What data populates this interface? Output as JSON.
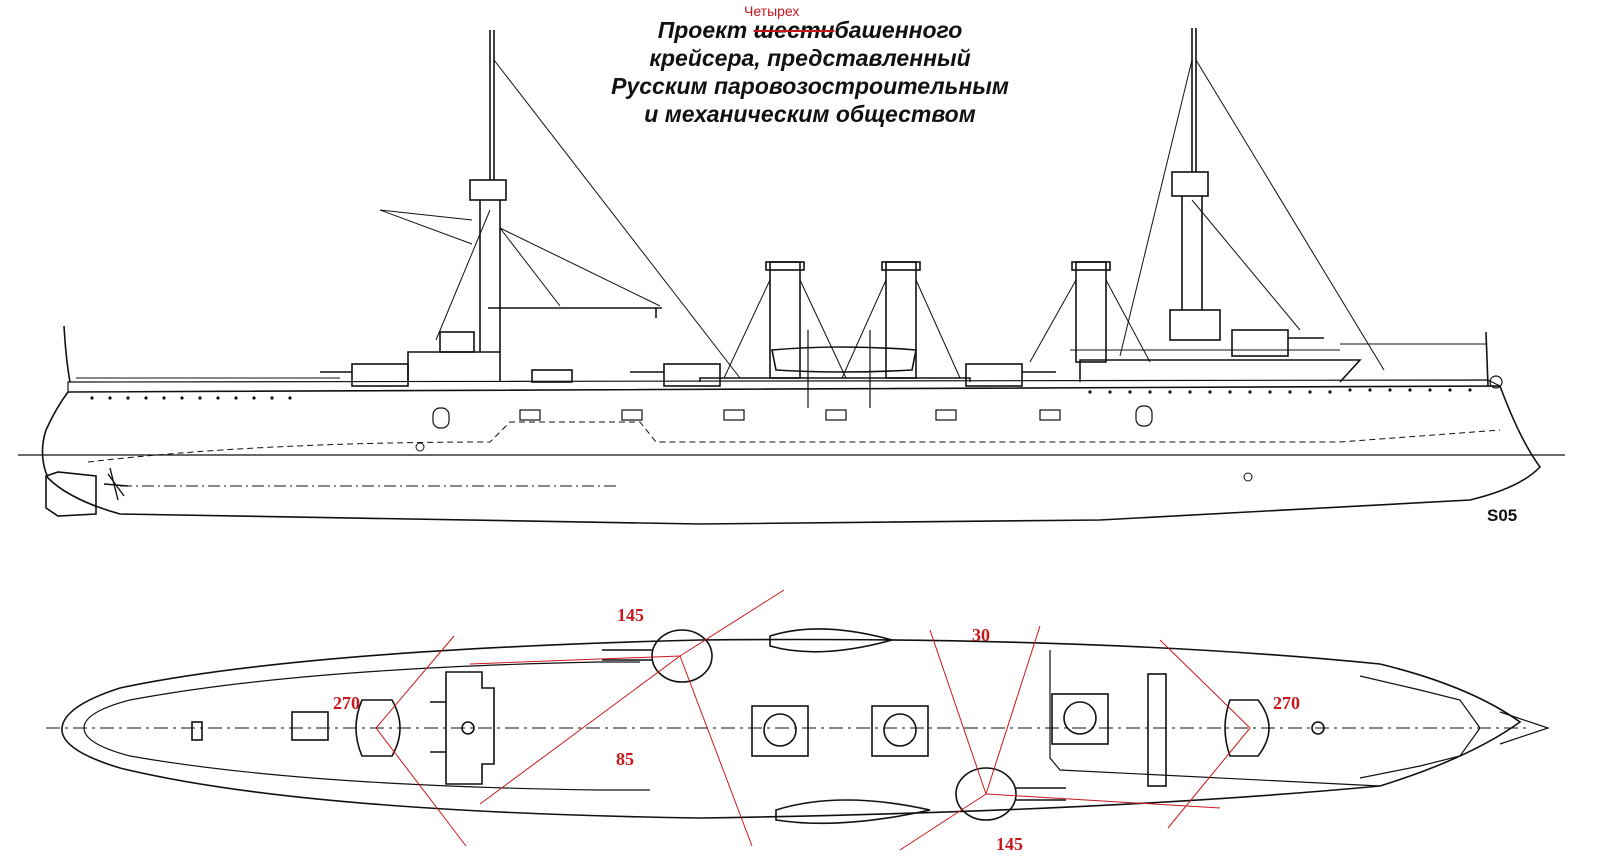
{
  "title": {
    "prefix": "Проект ",
    "struck_word": "шести",
    "suffix_line1": "башенного",
    "correction": "Четырех",
    "line2": "крейсера, представленный",
    "line3": "Русским паровозостроительным",
    "line4": "и механическим обществом"
  },
  "signature": "S05",
  "annotations": {
    "top_left_arc": "145",
    "bottom_right_arc": "145",
    "stern_arc": "270",
    "bow_arc": "270",
    "centre_arc": "85",
    "middle_arc": "30"
  },
  "colors": {
    "ink": "#111111",
    "annotation": "#c8181c",
    "background": "#ffffff"
  }
}
